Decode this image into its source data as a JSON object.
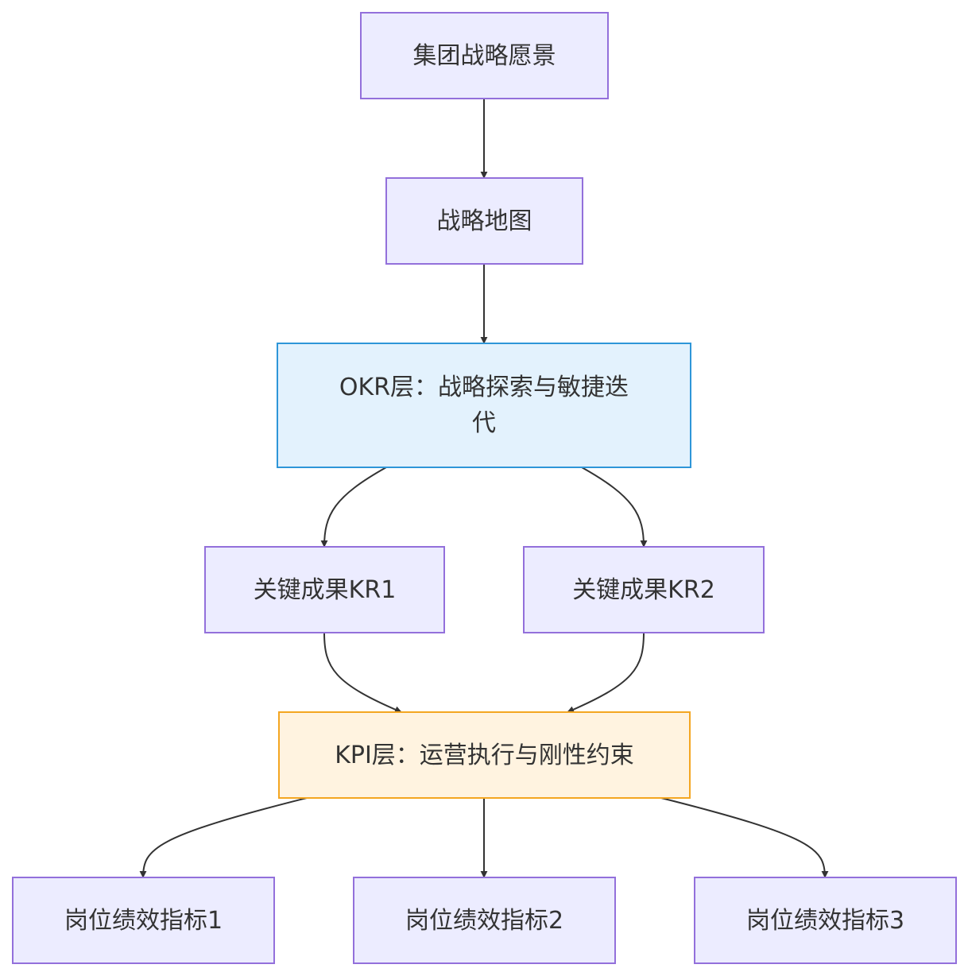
{
  "nodes": {
    "vision": "集团战略愿景",
    "strategy_map": "战略地图",
    "okr": "OKR层：战略探索与敏捷迭代",
    "kr1": "关键成果KR1",
    "kr2": "关键成果KR2",
    "kpi": "KPI层：运营执行与刚性约束",
    "post1": "岗位绩效指标1",
    "post2": "岗位绩效指标2",
    "post3": "岗位绩效指标3"
  },
  "colors": {
    "default_fill": "#ececff",
    "default_stroke": "#9370db",
    "okr_fill": "#e3f2fd",
    "okr_stroke": "#2e96d8",
    "kpi_fill": "#fff3e0",
    "kpi_stroke": "#f4a621",
    "edge": "#333333",
    "text": "#333333"
  }
}
